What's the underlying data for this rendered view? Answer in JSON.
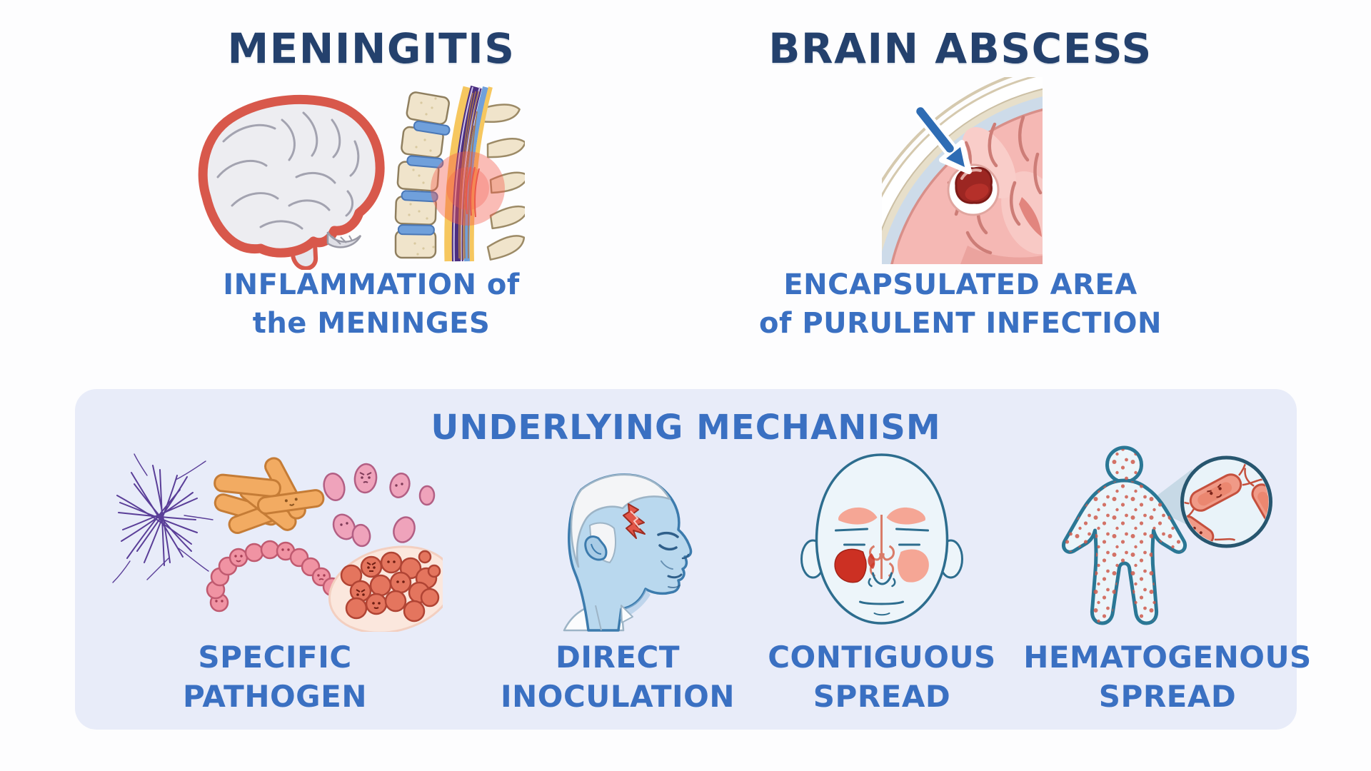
{
  "colors": {
    "title_navy": "#24416d",
    "caption_blue": "#3a70c2",
    "panel_background": "#e8ecf9",
    "page_background": "#fdfdfe",
    "inflammation_red": "#f45a4b",
    "abscess_dark_red": "#9c2622"
  },
  "left_section": {
    "title": "MENINGITIS",
    "caption_line1": "INFLAMMATION of",
    "caption_line2": "the MENINGES",
    "illustrations": [
      "brain-with-inflamed-meninges-icon",
      "spinal-cord-inflammation-icon"
    ]
  },
  "right_section": {
    "title": "BRAIN ABSCESS",
    "caption_line1": "ENCAPSULATED AREA",
    "caption_line2": "of PURULENT INFECTION",
    "illustrations": [
      "brain-section-with-abscess-icon",
      "arrow-pointer-icon"
    ]
  },
  "mechanism_panel": {
    "title": "UNDERLYING MECHANISM",
    "items": [
      {
        "label_line1": "SPECIFIC",
        "label_line2": "PATHOGEN",
        "illustration": "pathogens-icon"
      },
      {
        "label_line1": "DIRECT",
        "label_line2": "INOCULATION",
        "illustration": "head-wound-icon"
      },
      {
        "label_line1": "CONTIGUOUS",
        "label_line2": "SPREAD",
        "illustration": "sinusitis-face-icon"
      },
      {
        "label_line1": "HEMATOGENOUS",
        "label_line2": "SPREAD",
        "illustration": "bacteremia-body-icon"
      }
    ]
  }
}
